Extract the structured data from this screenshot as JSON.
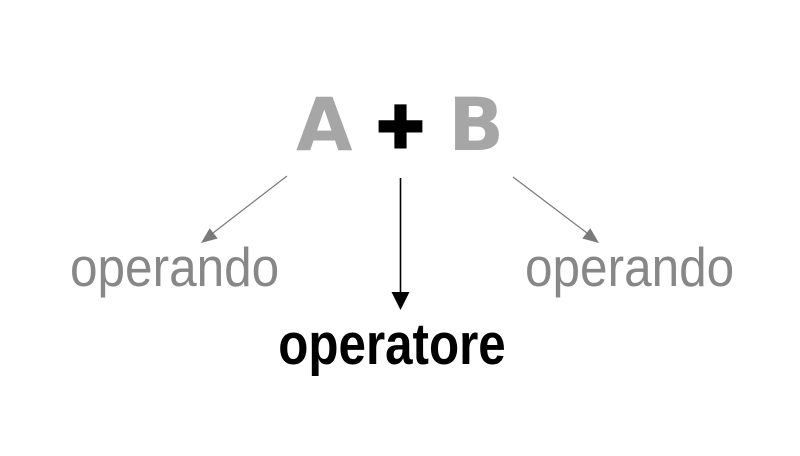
{
  "expression": {
    "left_operand": "A",
    "operator": "+",
    "right_operand": "B"
  },
  "labels": {
    "left": "operando",
    "center": "operatore",
    "right": "operando"
  },
  "colors": {
    "background": "#ffffff",
    "operand_gray": "#a6a6a6",
    "label_gray": "#878787",
    "arrow_gray": "#7a7a7a",
    "operator_black": "#000000"
  }
}
